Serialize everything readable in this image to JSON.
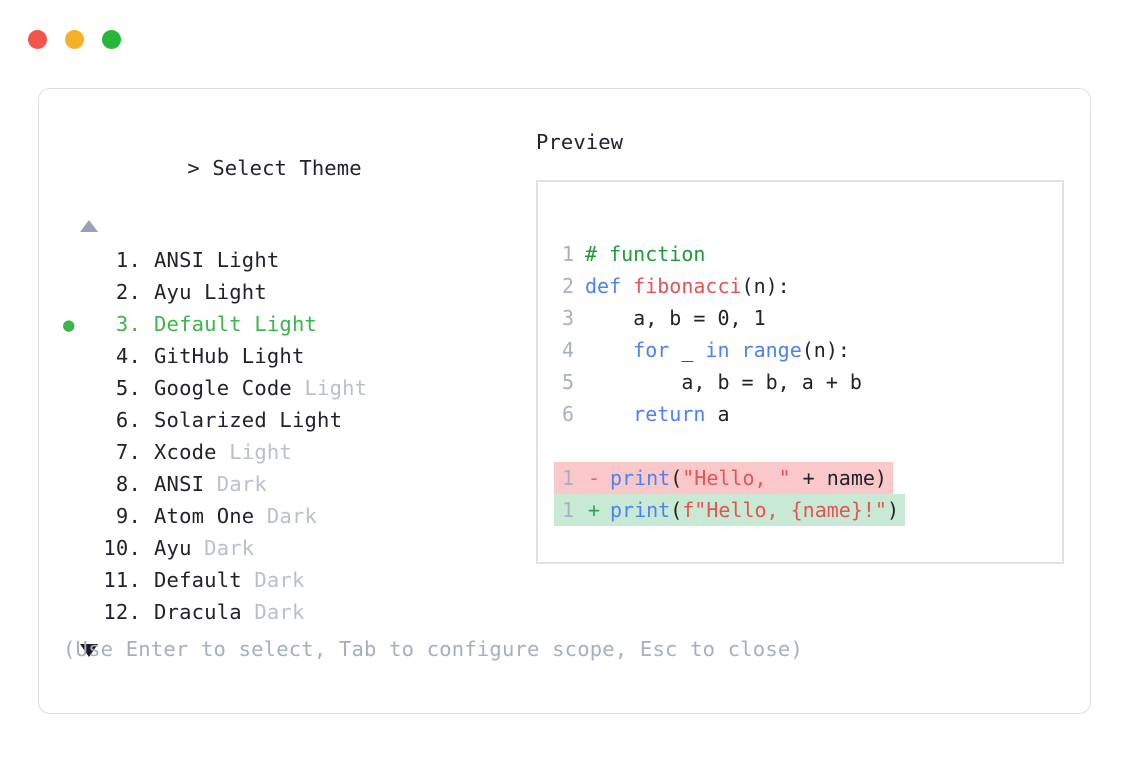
{
  "window": {
    "buttons": [
      {
        "name": "close",
        "color": "#f55549"
      },
      {
        "name": "minimize",
        "color": "#f5b125"
      },
      {
        "name": "maximize",
        "color": "#22b83c"
      }
    ]
  },
  "picker": {
    "prompt_symbol": ">",
    "title": "Select Theme",
    "scroll_up_glyph": "▲",
    "scroll_down_glyph": "▼",
    "selected_bullet": "●",
    "selected_index": 3,
    "accent_color": "#3cb54a",
    "muted_color": "#b9bfcf",
    "items": [
      {
        "index": "1.",
        "name": "ANSI",
        "variant": "Light",
        "variant_muted": false
      },
      {
        "index": "2.",
        "name": "Ayu",
        "variant": "Light",
        "variant_muted": false
      },
      {
        "index": "3.",
        "name": "Default",
        "variant": "Light",
        "variant_muted": false
      },
      {
        "index": "4.",
        "name": "GitHub",
        "variant": "Light",
        "variant_muted": false
      },
      {
        "index": "5.",
        "name": "Google Code",
        "variant": "Light",
        "variant_muted": true
      },
      {
        "index": "6.",
        "name": "Solarized",
        "variant": "Light",
        "variant_muted": false
      },
      {
        "index": "7.",
        "name": "Xcode",
        "variant": "Light",
        "variant_muted": true
      },
      {
        "index": "8.",
        "name": "ANSI",
        "variant": "Dark",
        "variant_muted": true
      },
      {
        "index": "9.",
        "name": "Atom One",
        "variant": "Dark",
        "variant_muted": true
      },
      {
        "index": "10.",
        "name": "Ayu",
        "variant": "Dark",
        "variant_muted": true
      },
      {
        "index": "11.",
        "name": "Default",
        "variant": "Dark",
        "variant_muted": true
      },
      {
        "index": "12.",
        "name": "Dracula",
        "variant": "Dark",
        "variant_muted": true
      }
    ],
    "hint": "(Use Enter to select, Tab to configure scope, Esc to close)"
  },
  "preview": {
    "title": "Preview",
    "code_lines": [
      {
        "n": "1",
        "tokens": [
          {
            "t": "# function",
            "c": "t-comment"
          }
        ]
      },
      {
        "n": "2",
        "tokens": [
          {
            "t": "def ",
            "c": "t-kw"
          },
          {
            "t": "fibonacci",
            "c": "t-fn"
          },
          {
            "t": "(n):",
            "c": "t-plain"
          }
        ]
      },
      {
        "n": "3",
        "tokens": [
          {
            "t": "    a, b = 0, 1",
            "c": "t-plain"
          }
        ]
      },
      {
        "n": "4",
        "tokens": [
          {
            "t": "    ",
            "c": "t-plain"
          },
          {
            "t": "for",
            "c": "t-kw"
          },
          {
            "t": " _ ",
            "c": "t-plain"
          },
          {
            "t": "in range",
            "c": "t-kw"
          },
          {
            "t": "(n):",
            "c": "t-plain"
          }
        ]
      },
      {
        "n": "5",
        "tokens": [
          {
            "t": "        a, b = b, a + b",
            "c": "t-plain"
          }
        ]
      },
      {
        "n": "6",
        "tokens": [
          {
            "t": "    ",
            "c": "t-plain"
          },
          {
            "t": "return",
            "c": "t-kw"
          },
          {
            "t": " a",
            "c": "t-plain"
          }
        ]
      }
    ],
    "diff_lines": [
      {
        "n": "1",
        "mark": "-",
        "kind": "del",
        "tokens": [
          {
            "t": "print",
            "c": "t-kw"
          },
          {
            "t": "(",
            "c": "t-plain"
          },
          {
            "t": "\"Hello, \"",
            "c": "t-str"
          },
          {
            "t": " + name)",
            "c": "t-plain"
          }
        ]
      },
      {
        "n": "1",
        "mark": "+",
        "kind": "add",
        "tokens": [
          {
            "t": "print",
            "c": "t-kw"
          },
          {
            "t": "(",
            "c": "t-plain"
          },
          {
            "t": "f\"Hello, {name}!\"",
            "c": "t-str"
          },
          {
            "t": ")",
            "c": "t-plain"
          }
        ]
      }
    ],
    "diff_del_bg": "#fac8c8",
    "diff_add_bg": "#c8ead4"
  }
}
